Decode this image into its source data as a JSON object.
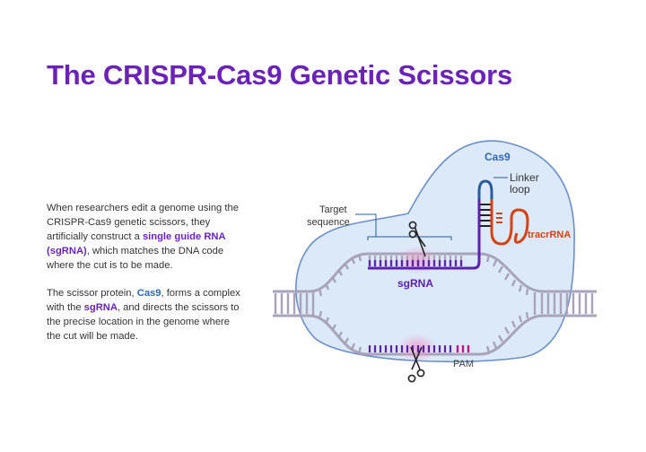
{
  "title": "The CRISPR-Cas9 Genetic Scissors",
  "paragraph1": {
    "before": "When researchers edit a genome using the CRISPR-Cas9 genetic scissors, they artificially construct a ",
    "highlight1": "single guide RNA (sgRNA)",
    "after": ", which matches the DNA code where the cut is to be made."
  },
  "paragraph2": {
    "before": "The scissor protein, ",
    "highlight1": "Cas9",
    "middle": ", forms a complex with the ",
    "highlight2": "sgRNA",
    "after": ", and directs the scissors to the precise location in the genome where the cut will be made."
  },
  "diagram": {
    "cas9_label": "Cas9",
    "linker_line1": "Linker",
    "linker_line2": "loop",
    "target_line1": "Target",
    "target_line2": "sequence",
    "sgrna_label": "sgRNA",
    "tracrrna_label": "tracrRNA",
    "pam_label": "PAM"
  },
  "colors": {
    "title": "#6a22b8",
    "cas9_fill": "#dbe9f9",
    "cas9_stroke": "#6b8fcb",
    "dna": "#a8a3b9",
    "sgrna": "#5b22ad",
    "tracrrna": "#d64212",
    "linker": "#2a5a9c",
    "pam": "#c01584"
  }
}
